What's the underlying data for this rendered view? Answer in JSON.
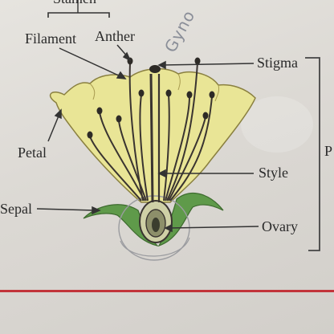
{
  "labels": {
    "stamen": "Stamen",
    "filament": "Filament",
    "anther": "Anther",
    "stigma": "Stigma",
    "petal": "Petal",
    "style": "Style",
    "sepal": "Sepal",
    "ovary": "Ovary",
    "bracket_letter": "P",
    "handwriting": "Gyno"
  },
  "colors": {
    "petal_fill": "#e9e596",
    "sepal_fill": "#5f9a4a",
    "stamen_stroke": "#3a3430",
    "leader_line": "#333333",
    "red_rule": "#c2343a"
  }
}
